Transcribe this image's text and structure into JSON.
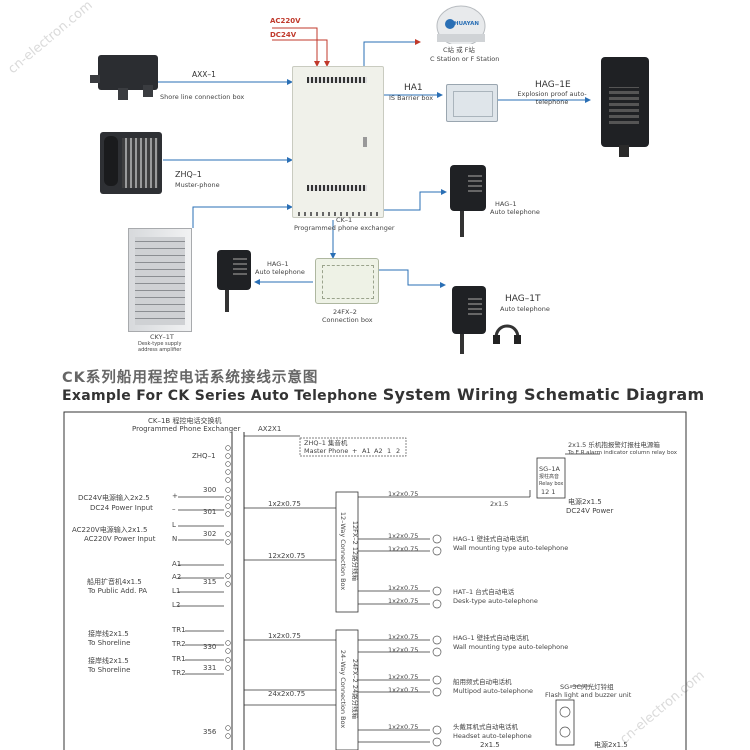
{
  "watermarks": {
    "top_left": "cn-electron.com",
    "bottom_right": "cn-electron.com"
  },
  "top": {
    "power_ac": "AC220V",
    "power_dc": "DC24V",
    "cs_station": {
      "cn": "C站 或 F站",
      "en": "C Station or F Station",
      "brand": "HUAYAN"
    },
    "axx": {
      "code": "AXX–1",
      "desc": "Shore line connection box"
    },
    "zhq": {
      "code": "ZHQ–1",
      "desc": "Muster-phone"
    },
    "ha1": {
      "code": "HA1",
      "desc": "IS Barrier box"
    },
    "hag1e": {
      "code": "HAG–1E",
      "desc": "Explosion proof auto-telephone"
    },
    "ck": {
      "code": "CK–1",
      "desc": "Programmed phone exchanger"
    },
    "hag1_top": {
      "code": "HAG–1",
      "desc": "Auto telephone"
    },
    "hag1_left": {
      "code": "HAG–1",
      "desc": "Auto telephone"
    },
    "fx": {
      "code": "24FX–2",
      "desc": "Connection box"
    },
    "hag1t": {
      "code": "HAG–1T",
      "desc": "Auto telephone"
    },
    "cky": {
      "code": "CKY–1T",
      "desc": "Desk-type supply",
      "desc2": "address amplifier"
    }
  },
  "titles": {
    "cn": "CK系列船用程控电话系统接线示意图",
    "en_a": "Example For CK Series Auto Telephone ",
    "en_b": "System Wiring Schematic Diagram"
  },
  "schem": {
    "ck_cn": "CK–1B 程控电话交换机",
    "ck_en": "Programmed Phone Exchanger",
    "ax": "AX2X1",
    "zhq_label": "ZHQ–1",
    "zhq_box_cn": "ZHQ–1 集音机",
    "zhq_box_en": "Master Phone",
    "zhq_pins": [
      "+",
      "A1",
      "A2",
      "1",
      "2"
    ],
    "relay_cn": "2x1.5 乐机抱报警灯报柱电源箱",
    "relay_en": "To E.R.alarm indicator column relay box",
    "sg1": "SG–1A",
    "sg1_sub": "报柱高音",
    "sg1_sub2": "Relay box",
    "sg1_pins": "12 1",
    "dc_cn": "DC24V电源输入2x2.5",
    "dc_en": "DC24 Power Input",
    "ac_cn": "AC220V电源输入2x1.5",
    "ac_en": "AC220V Power Input",
    "pa_cn": "船用扩音机4x1.5",
    "pa_en": "To Public Add. PA",
    "shore1_cn": "接岸线2x1.5",
    "shore1_en": "To Shoreline",
    "shore2_cn": "接岸线2x1.5",
    "shore2_en": "To Shoreline",
    "term_plus": "+",
    "term_minus": "–",
    "term_L": "L",
    "term_N": "N",
    "term_A1": "A1",
    "term_A2": "A2",
    "term_L1": "L1",
    "term_L2": "L2",
    "term_TR1a": "TR1",
    "term_TR2a": "TR2",
    "term_TR1b": "TR1",
    "term_TR2b": "TR2",
    "row_300": "300",
    "row_301": "301",
    "row_302": "302",
    "row_315": "315",
    "row_330": "330",
    "row_331": "331",
    "row_356": "356",
    "cable_1x2": "1x2x0.75",
    "cable_12x2": "12x2x0.75",
    "cable_1x2b": "1x2x0.75",
    "cable_24x2": "24x2x0.75",
    "fx12": "12–Way Connection Box",
    "fx12_cn": "12FX–2 12路分线箱",
    "fx24": "24–Way Connection Box",
    "fx24_cn": "24FX–2 24路分线箱",
    "c1": "1x2x0.75",
    "c2": "1x2x0.75",
    "c3": "1x2x0.75",
    "c4": "1x2x0.75",
    "c5": "1x2x0.75",
    "c6": "1x2x0.75",
    "c7": "1x2x0.75",
    "c8": "1x2x0.75",
    "c9": "1x2x0.75",
    "c10": "1x2x0.75",
    "c_2x15": "2x1.5",
    "c_2x15b": "2x1.5",
    "pw_cn": "电源2x1.5",
    "pw_en": "DC24V Power",
    "pw2_cn": "电源2x1.5",
    "wall1_cn": "HAG–1 壁挂式自动电话机",
    "wall1_en": "Wall mounting type auto-telephone",
    "desk_cn": "HAT–1 台式自动电话",
    "desk_en": "Desk-type auto-telephone",
    "wall2_cn": "HAG–1 壁挂式自动电话机",
    "wall2_en": "Wall mounting type auto-telephone",
    "multi_cn": "船用频式自动电话机",
    "multi_en": "Multipod auto-telephone",
    "head_cn": "头戴耳机式自动电话机",
    "head_en": "Headset auto-telephone",
    "flash_cn": "SG–3C闪光灯铃组",
    "flash_en": "Flash light and buzzer unit"
  }
}
